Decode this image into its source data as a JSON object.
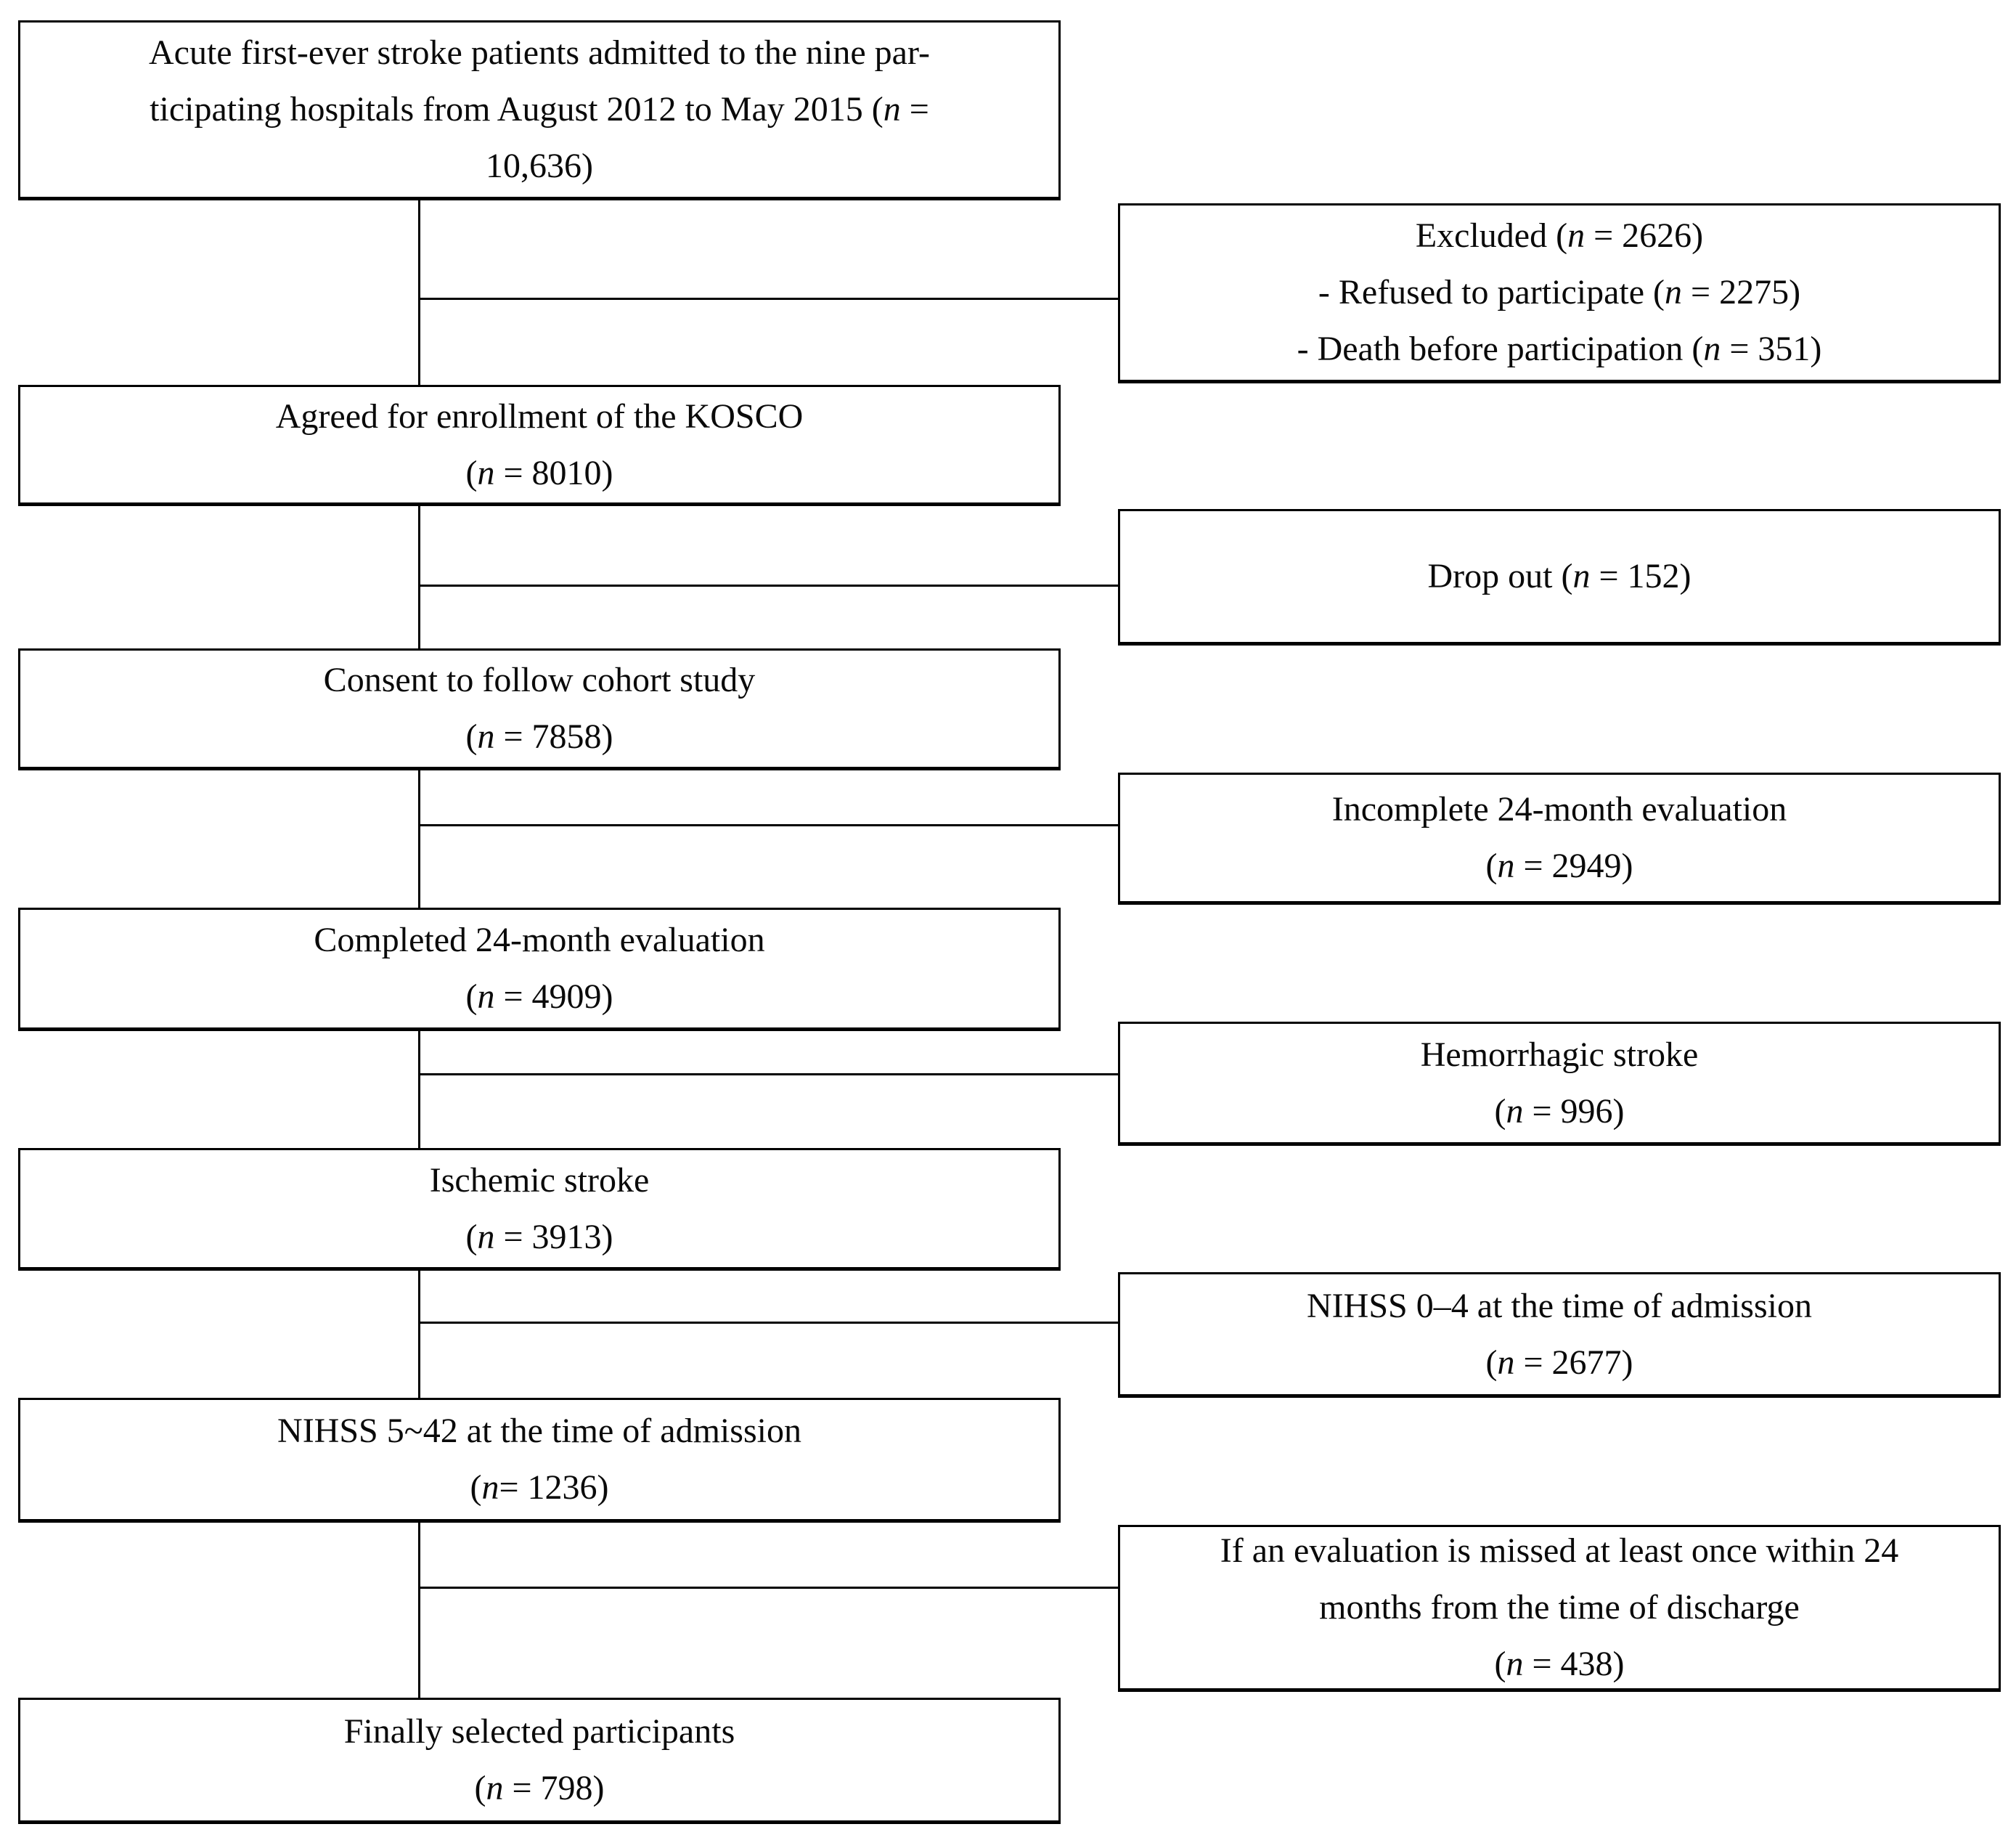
{
  "colors": {
    "background": "#ffffff",
    "border": "#000000",
    "text": "#0a0a0a"
  },
  "diagram": {
    "main_boxes": [
      {
        "name": "admitted",
        "n": "10,636",
        "lines": [
          "Acute first-ever stroke patients admitted to the nine par-",
          "ticipating hospitals from August 2012 to May 2015 (n =",
          "10,636)"
        ]
      },
      {
        "name": "agreed",
        "n": "8010",
        "lines": [
          "Agreed for enrollment of the KOSCO",
          "(n = 8010)"
        ]
      },
      {
        "name": "consent",
        "n": "7858",
        "lines": [
          "Consent to follow cohort study",
          "(n = 7858)"
        ]
      },
      {
        "name": "completed",
        "n": "4909",
        "lines": [
          "Completed 24-month evaluation",
          "(n = 4909)"
        ]
      },
      {
        "name": "ischemic",
        "n": "3913",
        "lines": [
          "Ischemic stroke",
          "(n = 3913)"
        ]
      },
      {
        "name": "nihss-5-42",
        "n": "1236",
        "lines": [
          "NIHSS 5~42 at the time of admission",
          "(n= 1236)"
        ]
      },
      {
        "name": "finally-selected",
        "n": "798",
        "lines": [
          "Finally selected participants",
          "(n = 798)"
        ]
      }
    ],
    "side_boxes": [
      {
        "name": "excluded",
        "n": "2626",
        "lines": [
          "Excluded (n = 2626)",
          "- Refused to participate (n = 2275)",
          "- Death before participation (n = 351)"
        ]
      },
      {
        "name": "drop-out",
        "n": "152",
        "lines": [
          "Drop out (n = 152)"
        ]
      },
      {
        "name": "incomplete-evaluation",
        "n": "2949",
        "lines": [
          "Incomplete 24-month evaluation",
          "(n = 2949)"
        ]
      },
      {
        "name": "hemorrhagic-stroke",
        "n": "996",
        "lines": [
          "Hemorrhagic stroke",
          "(n = 996)"
        ]
      },
      {
        "name": "nihss-0-4",
        "n": "2677",
        "lines": [
          "NIHSS 0–4 at the time of admission",
          "(n = 2677)"
        ]
      },
      {
        "name": "missed-evaluation",
        "n": "438",
        "lines": [
          "If an evaluation is missed at least once within 24",
          "months from the time of discharge",
          "(n = 438)"
        ]
      }
    ]
  }
}
